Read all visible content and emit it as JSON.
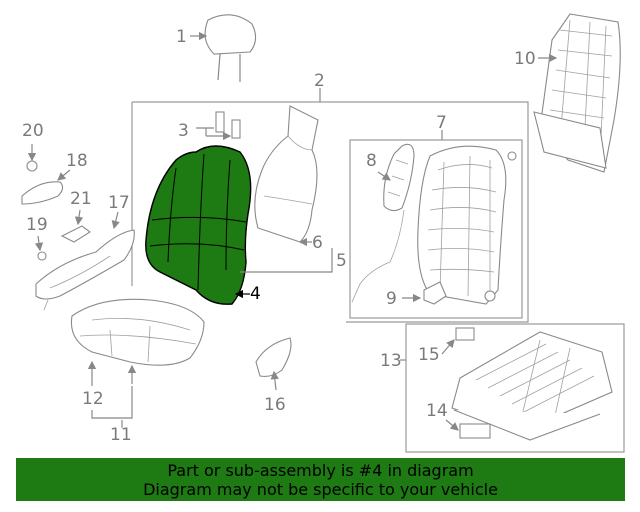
{
  "diagram": {
    "highlight_color": "#1e7a13",
    "highlighted_part": "4",
    "labels": {
      "p1": "1",
      "p2": "2",
      "p3": "3",
      "p4": "4",
      "p5": "5",
      "p6": "6",
      "p7": "7",
      "p8": "8",
      "p9": "9",
      "p10": "10",
      "p11": "11",
      "p12": "12",
      "p13": "13",
      "p14": "14",
      "p15": "15",
      "p16": "16",
      "p17": "17",
      "p18": "18",
      "p19": "19",
      "p20": "20",
      "p21": "21"
    }
  },
  "banner": {
    "line1": "Part or sub-assembly is #4 in diagram",
    "line2": "Diagram may not be specific to your vehicle",
    "background": "#1e7a13"
  }
}
